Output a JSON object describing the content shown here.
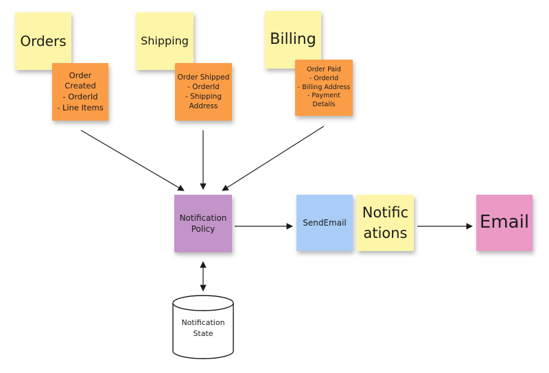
{
  "notes": {
    "orders": "Orders",
    "shipping": "Shipping",
    "billing": "Billing",
    "order_created": "Order\nCreated\n- OrderId\n- Line Items",
    "order_shipped": "Order Shipped\n- OrderId\n- Shipping\nAddress",
    "order_paid": "Order Paid\n- OrderId\n- Billing Address\n- Payment\nDetails",
    "notification_policy": "Notification\nPolicy",
    "send_email": "SendEmail",
    "notifications": "Notific\nations",
    "email": "Email"
  },
  "datastore": {
    "label": "Notification\nState"
  },
  "colors": {
    "yellow": "#fdf6a8",
    "orange": "#fb9d47",
    "purple": "#c394c9",
    "blue": "#aacdf7",
    "pink": "#ea9ac5",
    "line": "#1a1a1a"
  }
}
